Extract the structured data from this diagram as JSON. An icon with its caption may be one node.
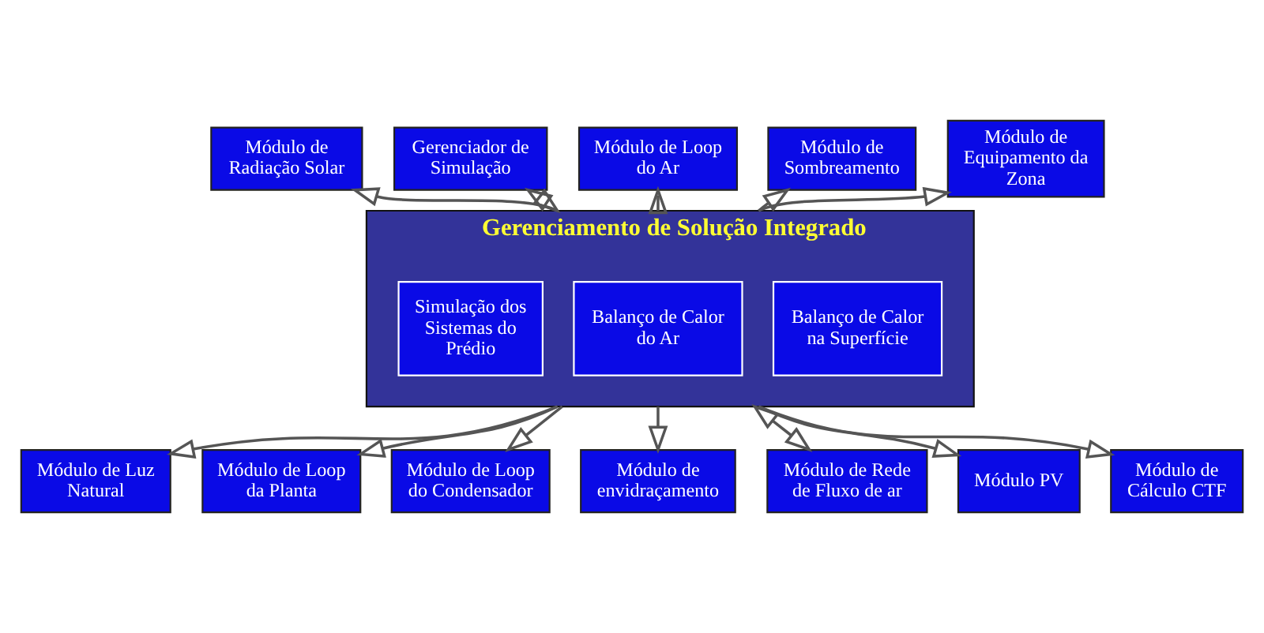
{
  "diagram": {
    "nodes": [
      {
        "text": [
          "Módulo de Radiação Solar"
        ]
      },
      {
        "text": [
          "Gerenciador de Simulação"
        ]
      },
      {
        "text": [
          "Módulo de Loop do Ar"
        ]
      },
      {
        "text": [
          "Módulo de Sombreamento"
        ]
      },
      {
        "text": [
          "Módulo de Equipamento da Zona"
        ]
      },
      {
        "text": [
          "Gerenciamento de Solução Integrado"
        ]
      },
      {
        "text": [
          "Balanço de Calor na Superfície"
        ],
        "in": 5
      },
      {
        "text": [
          "Balanço de Calor do Ar"
        ],
        "in": 5
      },
      {
        "text": [
          "Simulação dos Sistemas do Prédio"
        ],
        "in": 5
      },
      {
        "text": [
          "Módulo de Luz Natural"
        ]
      },
      {
        "text": [
          "Módulo de Loop da Planta"
        ]
      },
      {
        "text": [
          "Módulo de Loop do Condensador"
        ]
      },
      {
        "text": [
          "Módulo de envidraçamento"
        ]
      },
      {
        "text": [
          "Módulo de Rede de Fluxo de ar"
        ]
      },
      {
        "text": [
          "Módulo PV"
        ]
      },
      {
        "text": [
          "Módulo de Cálculo CTF"
        ]
      }
    ],
    "edges": [
      {
        "from": 5,
        "to": 0,
        "arrow": "to"
      },
      {
        "from": 5,
        "to": 1,
        "arrow": "both"
      },
      {
        "from": 5,
        "to": 2,
        "arrow": "to"
      },
      {
        "from": 5,
        "to": 3,
        "arrow": "to"
      },
      {
        "from": 5,
        "to": 4,
        "arrow": "to"
      },
      {
        "from": 5,
        "to": 9,
        "arrow": "to"
      },
      {
        "from": 5,
        "to": 10,
        "arrow": "to"
      },
      {
        "from": 5,
        "to": 11,
        "arrow": "to"
      },
      {
        "from": 5,
        "to": 12,
        "arrow": "to"
      },
      {
        "from": 5,
        "to": 13,
        "arrow": "both"
      },
      {
        "from": 5,
        "to": 14,
        "arrow": "to"
      },
      {
        "from": 5,
        "to": 15,
        "arrow": "to"
      }
    ]
  }
}
